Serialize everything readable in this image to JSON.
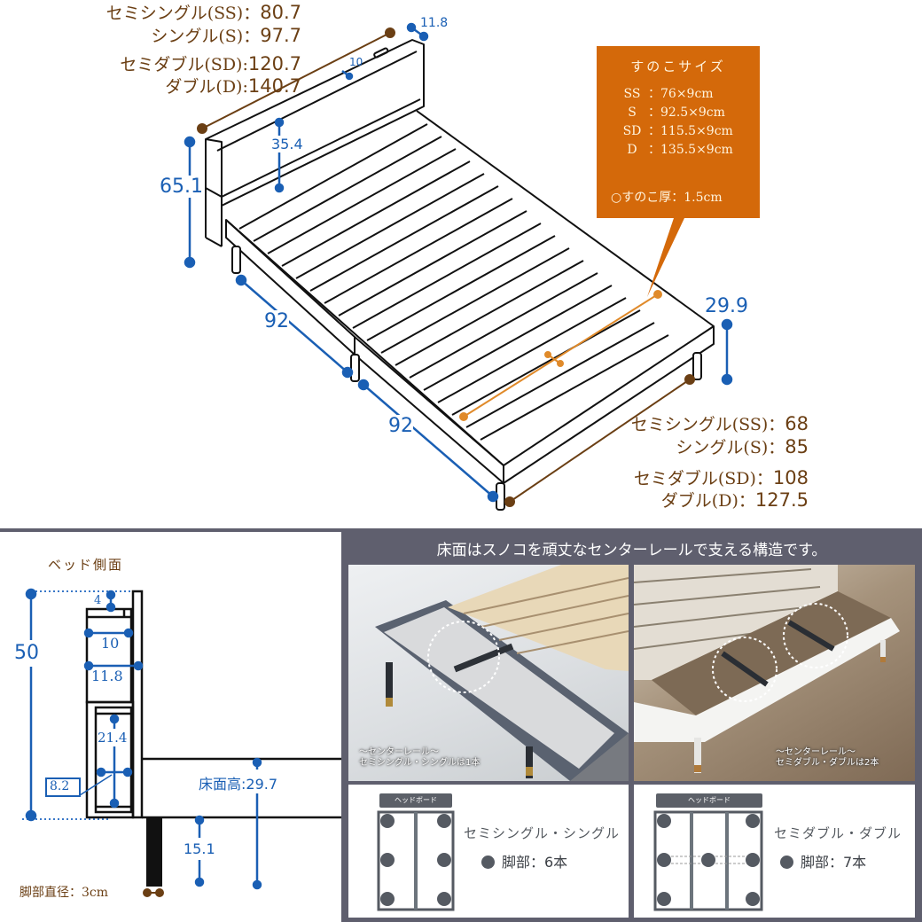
{
  "headboard_width": {
    "color": "#6b3f14",
    "rows": [
      {
        "label": "セミシングル(SS)",
        "sep": "：",
        "value": "80.7"
      },
      {
        "label": "シングル(S)",
        "sep": "：",
        "value": "97.7"
      },
      {
        "label": "セミダブル(SD)",
        "sep": ":",
        "value": "120.7"
      },
      {
        "label": "ダブル(D)",
        "sep": ":",
        "value": "140.7"
      }
    ]
  },
  "frame_width": {
    "color": "#6b3f14",
    "rows": [
      {
        "label": "セミシングル(SS)",
        "sep": "：",
        "value": "68"
      },
      {
        "label": "シングル(S)",
        "sep": "：",
        "value": "85"
      },
      {
        "label": "セミダブル(SD)",
        "sep": "：",
        "value": "108"
      },
      {
        "label": "ダブル(D)",
        "sep": "：",
        "value": "127.5"
      }
    ]
  },
  "dimensions": {
    "color": "#1a5fb4",
    "headboard_depth": "11.8",
    "shelf_depth": "10",
    "headboard_panel_height": "35.4",
    "total_height": "65.1",
    "length_front": "92",
    "length_back": "92",
    "frame_height": "29.9"
  },
  "slat_info": {
    "bg_color": "#d4690a",
    "title": "すのこサイズ",
    "rows": [
      {
        "key": "SS",
        "value": "：76×9cm"
      },
      {
        "key": "S",
        "value": "：92.5×9cm"
      },
      {
        "key": "SD",
        "value": "：115.5×9cm"
      },
      {
        "key": "D",
        "value": "：135.5×9cm"
      }
    ],
    "thickness": "○すのこ厚：1.5cm"
  },
  "side_view": {
    "title": "ベッド側面",
    "height_total": "50",
    "top_gap": "4",
    "shelf_inner": "10",
    "shelf_outer": "11.8",
    "outlet_height": "21.4",
    "outlet_width": "8.2",
    "floor_height": "床面高:29.7",
    "under_clearance": "15.1",
    "leg_diameter": "脚部直径：3cm"
  },
  "center_rail": {
    "banner_bg": "#5f5f6e",
    "title": "床面はスノコを頑丈なセンターレールで支える構造です。",
    "photos": [
      {
        "caption_line1": "～センターレール～",
        "caption_line2": "セミシングル・シングルは1本"
      },
      {
        "caption_line1": "～センターレール～",
        "caption_line2": "セミダブル・ダブルは2本"
      }
    ],
    "legends": [
      {
        "headboard_label": "ヘッドボード",
        "size_name": "セミシングル・シングル",
        "legs": "脚部：6本"
      },
      {
        "headboard_label": "ヘッドボード",
        "size_name": "セミダブル・ダブル",
        "legs": "脚部：7本"
      }
    ]
  }
}
